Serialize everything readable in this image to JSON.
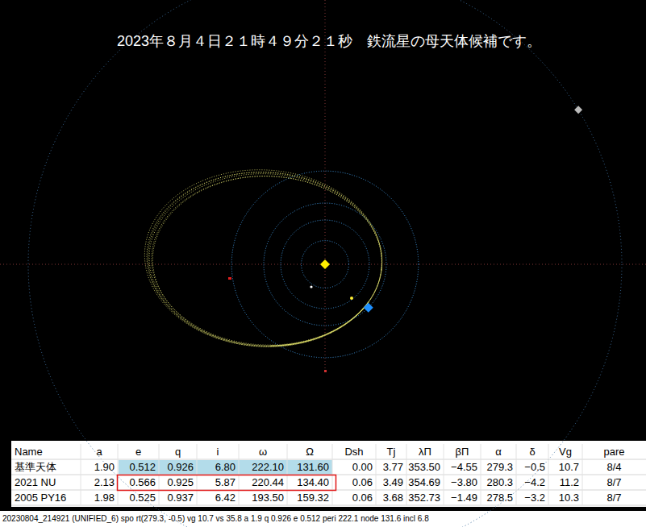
{
  "diagram": {
    "title": "2023年８月４日２１時４９分２１秒　鉄流星の母天体候補です。",
    "caption": "20230804_214921 (UNIFIED_6) spo rt(279.3, -0.5) vg 10.7 vs 35.8 a 1.9 q 0.926 e 0.512 peri 222.1 node 131.6 incl 6.8",
    "labels": [
      "Name",
      "a",
      "e",
      "q",
      "i",
      "ω",
      "Ω",
      "Dsh",
      "Tj",
      "λΠ",
      "βΠ",
      "α",
      "δ",
      "Vg",
      "pare",
      "基準天体",
      "1.90",
      "0.512",
      "0.926",
      "6.80",
      "222.10",
      "131.60",
      "0.00",
      "3.77",
      "353.50",
      "−4.55",
      "279.3",
      "−0.5",
      "10.7",
      "8/4",
      "2021 NU",
      "2.13",
      "0.566",
      "0.925",
      "5.87",
      "220.44",
      "134.40",
      "0.06",
      "3.49",
      "354.69",
      "−3.80",
      "280.3",
      "−4.2",
      "11.2",
      "8/7",
      "2005 PY16",
      "1.98",
      "0.525",
      "0.937",
      "6.42",
      "193.50",
      "159.32",
      "0.06",
      "3.68",
      "352.73",
      "−1.49",
      "278.5",
      "−3.2",
      "10.3",
      "8/7"
    ]
  }
}
